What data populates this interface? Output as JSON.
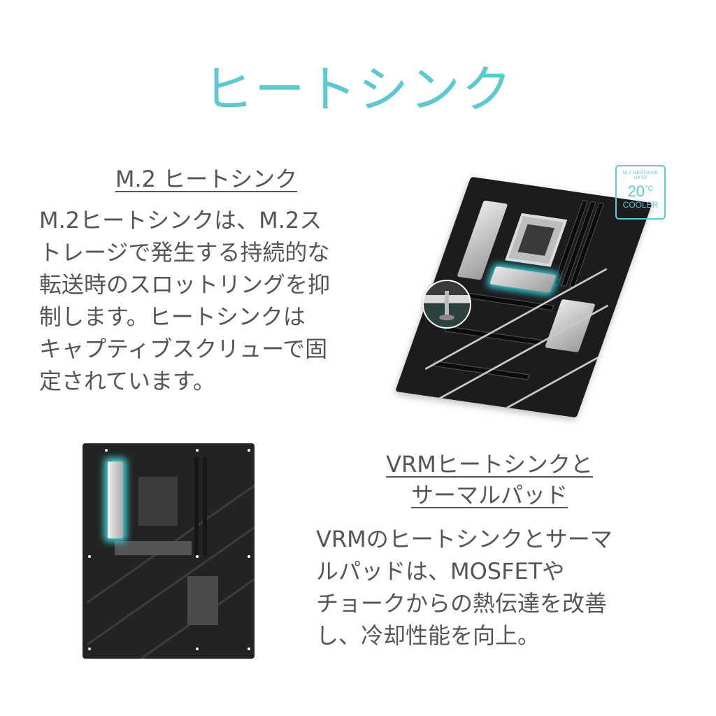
{
  "page": {
    "title": "ヒートシンク",
    "accent_color": "#5bc9cf",
    "text_color": "#555555"
  },
  "sections": [
    {
      "heading": "M.2 ヒートシンク",
      "body_lines": [
        "M.2ヒートシンクは、M.2ス",
        "トレージで発生する持続的な",
        "転送時のスロットリングを抑",
        "制します。ヒートシンクは",
        "キャプティブスクリューで固",
        "定されています。"
      ],
      "image": "motherboard-m2-heatsink-highlighted",
      "badge": {
        "line1": "M.2 HEATSINK",
        "line2": "UP TO",
        "value": "20",
        "unit": "°C",
        "line4": "COOLER"
      }
    },
    {
      "heading_lines": [
        "VRMヒートシンクと",
        "サーマルパッド"
      ],
      "body_lines": [
        "VRMのヒートシンクとサーマ",
        "ルパッドは、MOSFETや",
        "チョークからの熱伝達を改善",
        "し、冷却性能を向上。"
      ],
      "image": "motherboard-vrm-heatsink-highlighted"
    }
  ]
}
